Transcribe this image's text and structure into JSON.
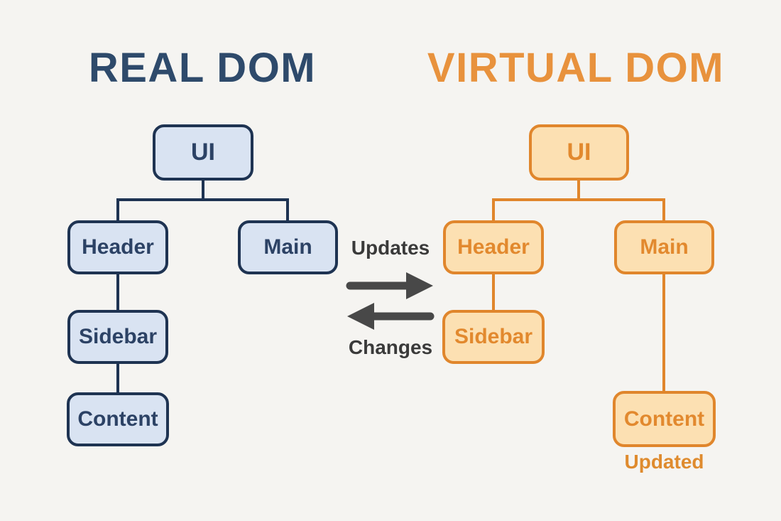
{
  "diagram": {
    "real_dom": {
      "title": "REAL DOM",
      "nodes": {
        "ui": "UI",
        "header": "Header",
        "main": "Main",
        "sidebar": "Sidebar",
        "content": "Content"
      }
    },
    "virtual_dom": {
      "title": "VIRTUAL DOM",
      "nodes": {
        "ui": "UI",
        "header": "Header",
        "main": "Main",
        "sidebar": "Sidebar",
        "content": "Content"
      },
      "content_annotation": "Updated"
    },
    "exchange": {
      "updates_label": "Updates",
      "changes_label": "Changes"
    },
    "colors": {
      "real_accent": "#2e4a6b",
      "real_border": "#1e3352",
      "real_fill": "#d9e3f2",
      "virtual_accent": "#e8923d",
      "virtual_border": "#e0862c",
      "virtual_fill": "#fce0b2",
      "arrow": "#484848",
      "background": "#f5f4f1"
    }
  }
}
